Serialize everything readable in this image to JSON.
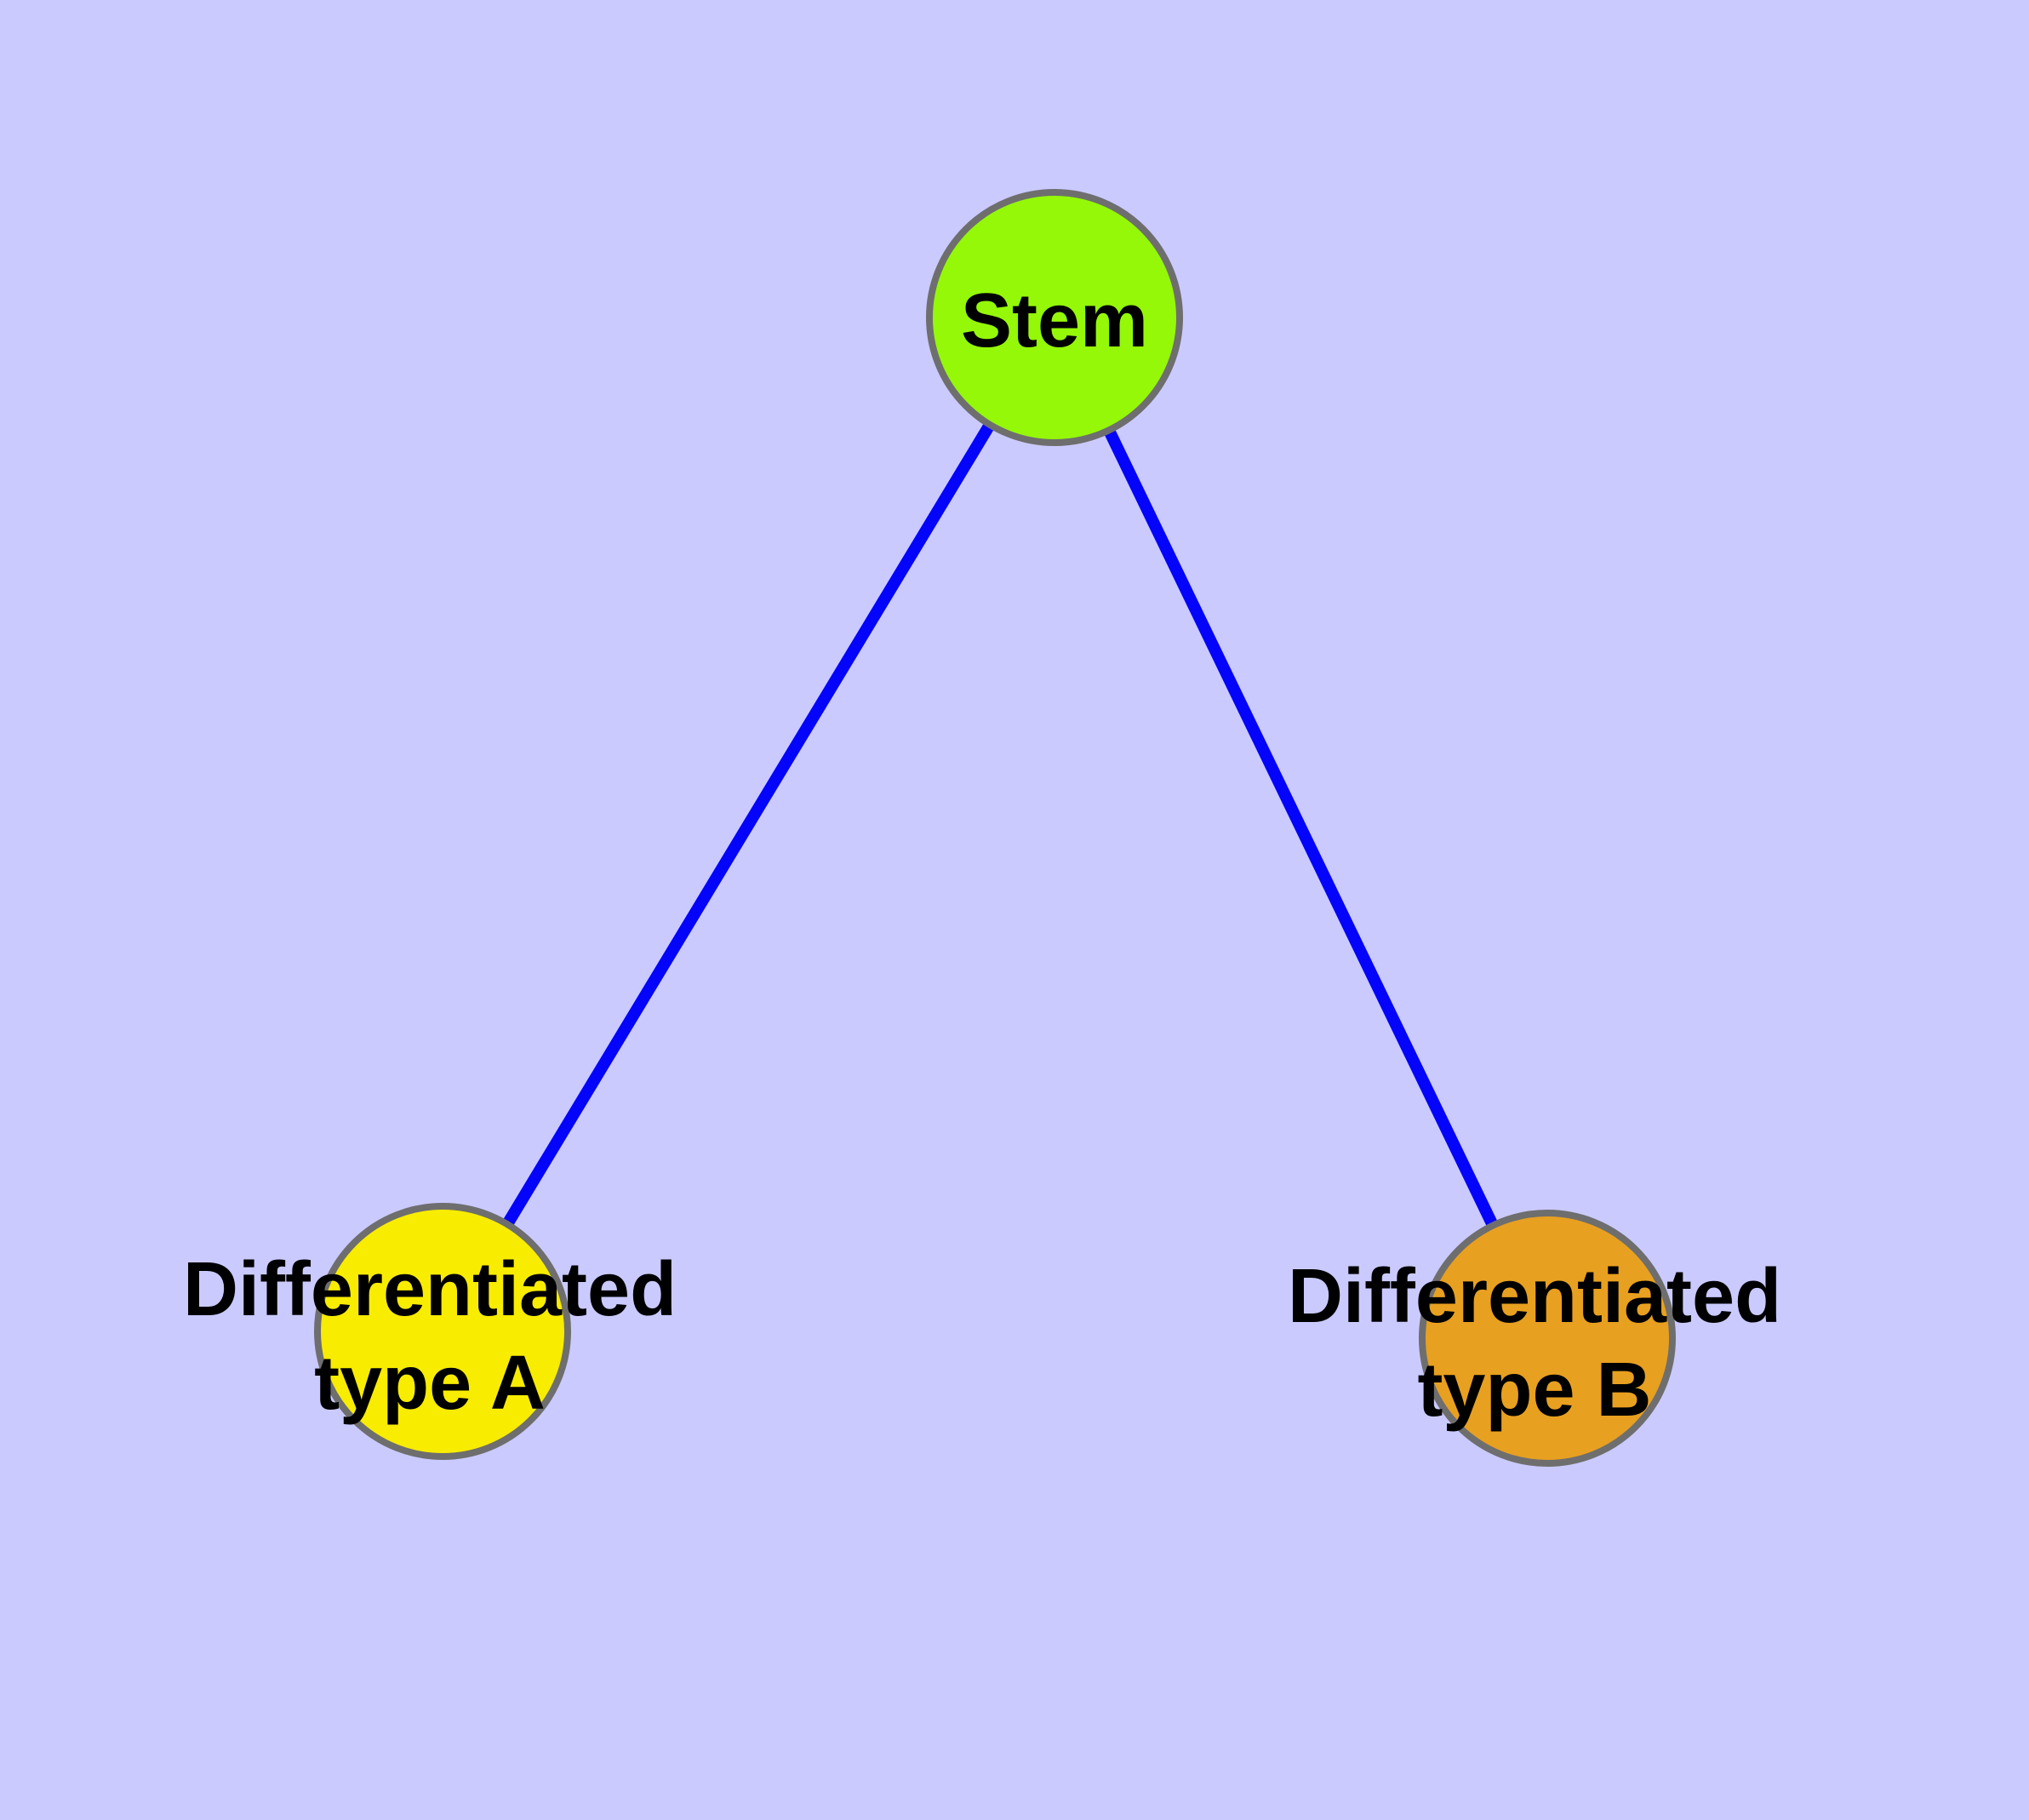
{
  "diagram": {
    "type": "graph",
    "background_color": "#cacaff",
    "edge_color": "#0404fa",
    "node_border_color": "#6e6e6e",
    "text_color": "#000000",
    "nodes": [
      {
        "id": "stem",
        "lines": [
          "Stem"
        ],
        "fill": "#94f808"
      },
      {
        "id": "differentiated-type-a",
        "lines": [
          "Differentiated",
          "type A"
        ],
        "fill": "#f8ec00"
      },
      {
        "id": "differentiated-type-b",
        "lines": [
          "Differentiated",
          "type B"
        ],
        "fill": "#e8a020"
      }
    ],
    "edges": [
      {
        "from": "Stem",
        "to": "Differentiated type A"
      },
      {
        "from": "Stem",
        "to": "Differentiated type B"
      }
    ]
  }
}
